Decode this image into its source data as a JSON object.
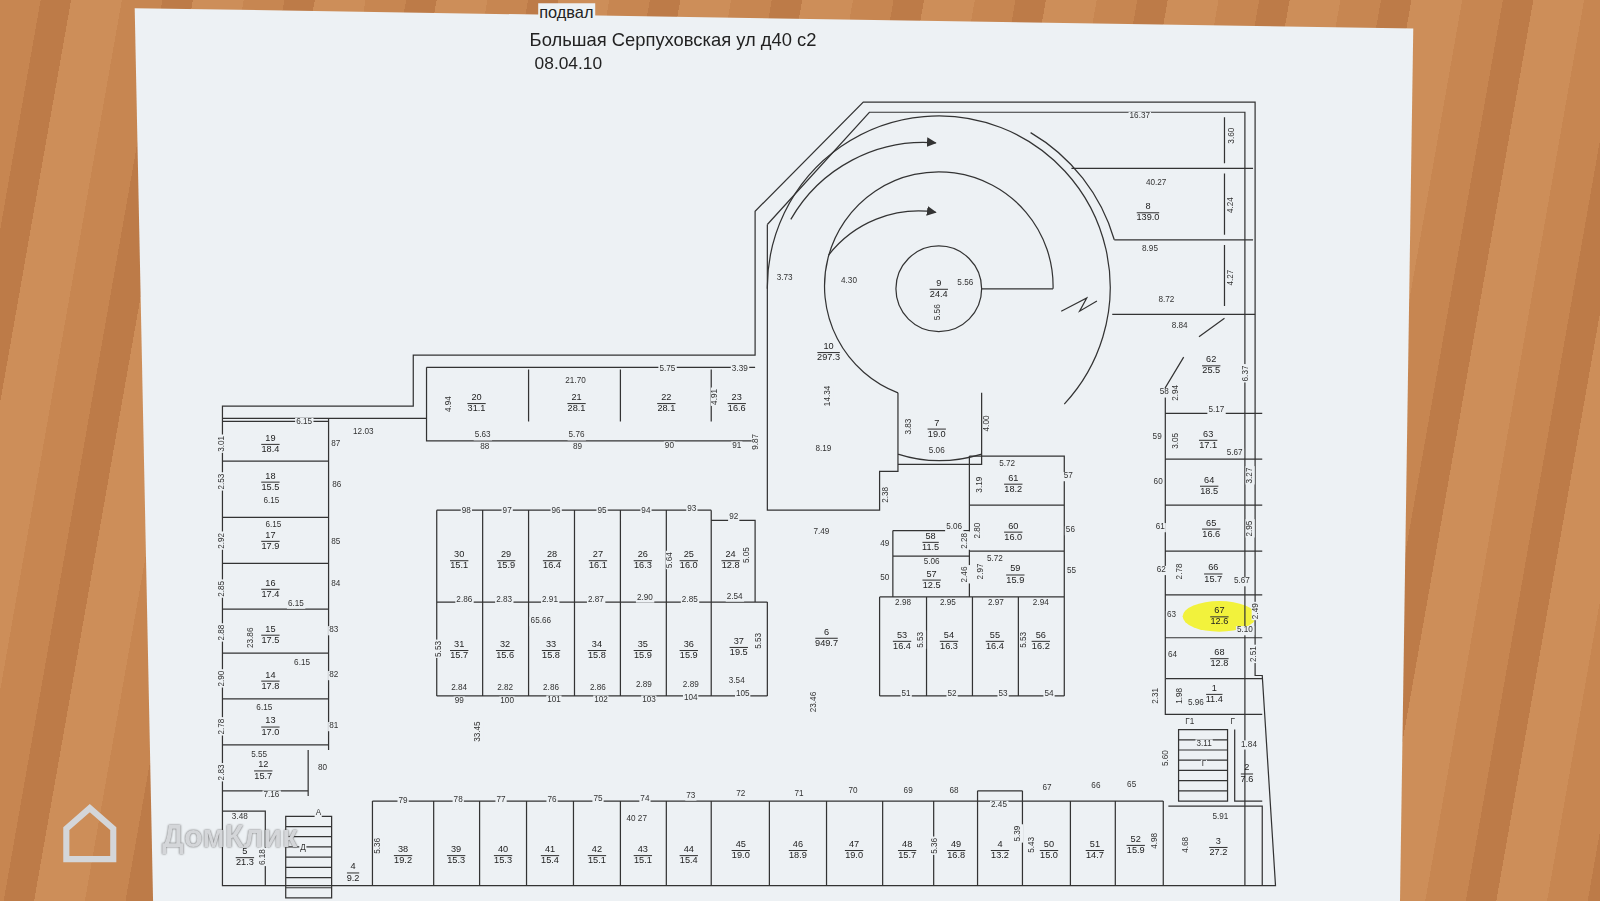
{
  "diagram": {
    "title": "Большая Серпуховская ул д40 с2",
    "nodes": [
      {
        "text": [
          "8",
          "139.0"
        ]
      },
      {
        "text": [
          "9",
          "24.4"
        ]
      },
      {
        "text": [
          "10",
          "297.3"
        ]
      },
      {
        "text": [
          "62",
          "25.5"
        ]
      },
      {
        "text": [
          "20",
          "31.1"
        ]
      },
      {
        "text": [
          "21",
          "28.1"
        ]
      },
      {
        "text": [
          "22",
          "28.1"
        ]
      },
      {
        "text": [
          "23",
          "16.6"
        ]
      },
      {
        "text": [
          "7",
          "19.0"
        ]
      },
      {
        "text": [
          "63",
          "17.1"
        ]
      },
      {
        "text": [
          "19",
          "18.4"
        ]
      },
      {
        "text": [
          "18",
          "15.5"
        ]
      },
      {
        "text": [
          "61",
          "18.2"
        ]
      },
      {
        "text": [
          "64",
          "18.5"
        ]
      },
      {
        "text": [
          "65",
          "16.6"
        ]
      },
      {
        "text": [
          "60",
          "16.0"
        ]
      },
      {
        "text": [
          "17",
          "17.9"
        ]
      },
      {
        "text": [
          "58",
          "11.5"
        ]
      },
      {
        "text": [
          "30",
          "15.1"
        ]
      },
      {
        "text": [
          "29",
          "15.9"
        ]
      },
      {
        "text": [
          "28",
          "16.4"
        ]
      },
      {
        "text": [
          "27",
          "16.1"
        ]
      },
      {
        "text": [
          "26",
          "16.3"
        ]
      },
      {
        "text": [
          "25",
          "16.0"
        ]
      },
      {
        "text": [
          "24",
          "12.8"
        ]
      },
      {
        "text": [
          "59",
          "15.9"
        ]
      },
      {
        "text": [
          "66",
          "15.7"
        ]
      },
      {
        "text": [
          "57",
          "12.5"
        ]
      },
      {
        "text": [
          "16",
          "17.4"
        ]
      },
      {
        "text": [
          "67",
          "12.6"
        ]
      },
      {
        "text": [
          "15",
          "17.5"
        ]
      },
      {
        "text": [
          "6",
          "949.7"
        ]
      },
      {
        "text": [
          "31",
          "15.7"
        ]
      },
      {
        "text": [
          "32",
          "15.6"
        ]
      },
      {
        "text": [
          "33",
          "15.8"
        ]
      },
      {
        "text": [
          "34",
          "15.8"
        ]
      },
      {
        "text": [
          "35",
          "15.9"
        ]
      },
      {
        "text": [
          "36",
          "15.9"
        ]
      },
      {
        "text": [
          "37",
          "19.5"
        ]
      },
      {
        "text": [
          "53",
          "16.4"
        ]
      },
      {
        "text": [
          "54",
          "16.3"
        ]
      },
      {
        "text": [
          "55",
          "16.4"
        ]
      },
      {
        "text": [
          "56",
          "16.2"
        ]
      },
      {
        "text": [
          "68",
          "12.8"
        ]
      },
      {
        "text": [
          "14",
          "17.8"
        ]
      },
      {
        "text": [
          "1",
          "11.4"
        ]
      },
      {
        "text": [
          "13",
          "17.0"
        ]
      },
      {
        "text": [
          "12",
          "15.7"
        ]
      },
      {
        "text": [
          "2",
          "7.6"
        ]
      },
      {
        "text": [
          "5",
          "21.3"
        ]
      },
      {
        "text": [
          "4",
          "9.2"
        ]
      },
      {
        "text": [
          "38",
          "19.2"
        ]
      },
      {
        "text": [
          "39",
          "15.3"
        ]
      },
      {
        "text": [
          "40",
          "15.3"
        ]
      },
      {
        "text": [
          "41",
          "15.4"
        ]
      },
      {
        "text": [
          "42",
          "15.1"
        ]
      },
      {
        "text": [
          "43",
          "15.1"
        ]
      },
      {
        "text": [
          "44",
          "15.4"
        ]
      },
      {
        "text": [
          "45",
          "19.0"
        ]
      },
      {
        "text": [
          "46",
          "18.9"
        ]
      },
      {
        "text": [
          "47",
          "19.0"
        ]
      },
      {
        "text": [
          "48",
          "15.7"
        ]
      },
      {
        "text": [
          "49",
          "16.8"
        ]
      },
      {
        "text": [
          "4",
          "13.2"
        ]
      },
      {
        "text": [
          "50",
          "15.0"
        ]
      },
      {
        "text": [
          "51",
          "14.7"
        ]
      },
      {
        "text": [
          "52",
          "15.9"
        ]
      },
      {
        "text": [
          "3",
          "27.2"
        ]
      }
    ],
    "labels": [
      "подвал",
      "08.04.10",
      "ДомКлик",
      "16.37",
      "3.60",
      "40.27",
      "4.24",
      "8.95",
      "4.27",
      "8.72",
      "8.84",
      "6.37",
      "2.94",
      "5.17",
      "3.05",
      "5.67",
      "3.27",
      "2.95",
      "2.78",
      "5.67",
      "2.49",
      "5.10",
      "2.51",
      "2.31",
      "1.98",
      "5.96",
      "3.11",
      "1.84",
      "5.60",
      "5.91",
      "4.68",
      "4.98",
      "58",
      "59",
      "60",
      "61",
      "62",
      "63",
      "64",
      "3.73",
      "4.30",
      "5.56",
      "5.56",
      "14.34",
      "8.19",
      "3.83",
      "4.00",
      "5.06",
      "9.87",
      "7.49",
      "2.38",
      "23.46",
      "5.72",
      "57",
      "3.19",
      "5.06",
      "2.80",
      "2.28",
      "56",
      "49",
      "5.06",
      "5.72",
      "2.97",
      "2.46",
      "50",
      "55",
      "2.98",
      "2.95",
      "2.97",
      "2.94",
      "5.53",
      "5.53",
      "51",
      "52",
      "53",
      "54",
      "6.15",
      "12.03",
      "87",
      "4.94",
      "5.63",
      "88",
      "21.70",
      "5.76",
      "89",
      "5.75",
      "90",
      "3.39",
      "4.91",
      "91",
      "3.01",
      "2.53",
      "6.15",
      "6.15",
      "2.92",
      "86",
      "85",
      "2.85",
      "84",
      "6.15",
      "2.88",
      "23.86",
      "83",
      "6.15",
      "82",
      "2.90",
      "6.15",
      "2.78",
      "81",
      "5.55",
      "2.83",
      "80",
      "7.16",
      "3.48",
      "A",
      "6.18",
      "98",
      "97",
      "96",
      "95",
      "94",
      "93",
      "92",
      "5.64",
      "5.05",
      "2.86",
      "2.83",
      "2.91",
      "2.87",
      "2.90",
      "2.85",
      "2.54",
      "65.66",
      "5.53",
      "5.53",
      "2.84",
      "2.82",
      "2.86",
      "2.86",
      "2.89",
      "2.89",
      "3.54",
      "99",
      "100",
      "101",
      "102",
      "103",
      "104",
      "105",
      "33.45",
      "79",
      "78",
      "77",
      "76",
      "75",
      "74",
      "73",
      "72",
      "71",
      "70",
      "69",
      "68",
      "40 27",
      "2.45",
      "67",
      "66",
      "65",
      "5.36",
      "5.36",
      "5.39",
      "5.43",
      "Г1",
      "Г",
      "Г",
      "Д"
    ]
  }
}
